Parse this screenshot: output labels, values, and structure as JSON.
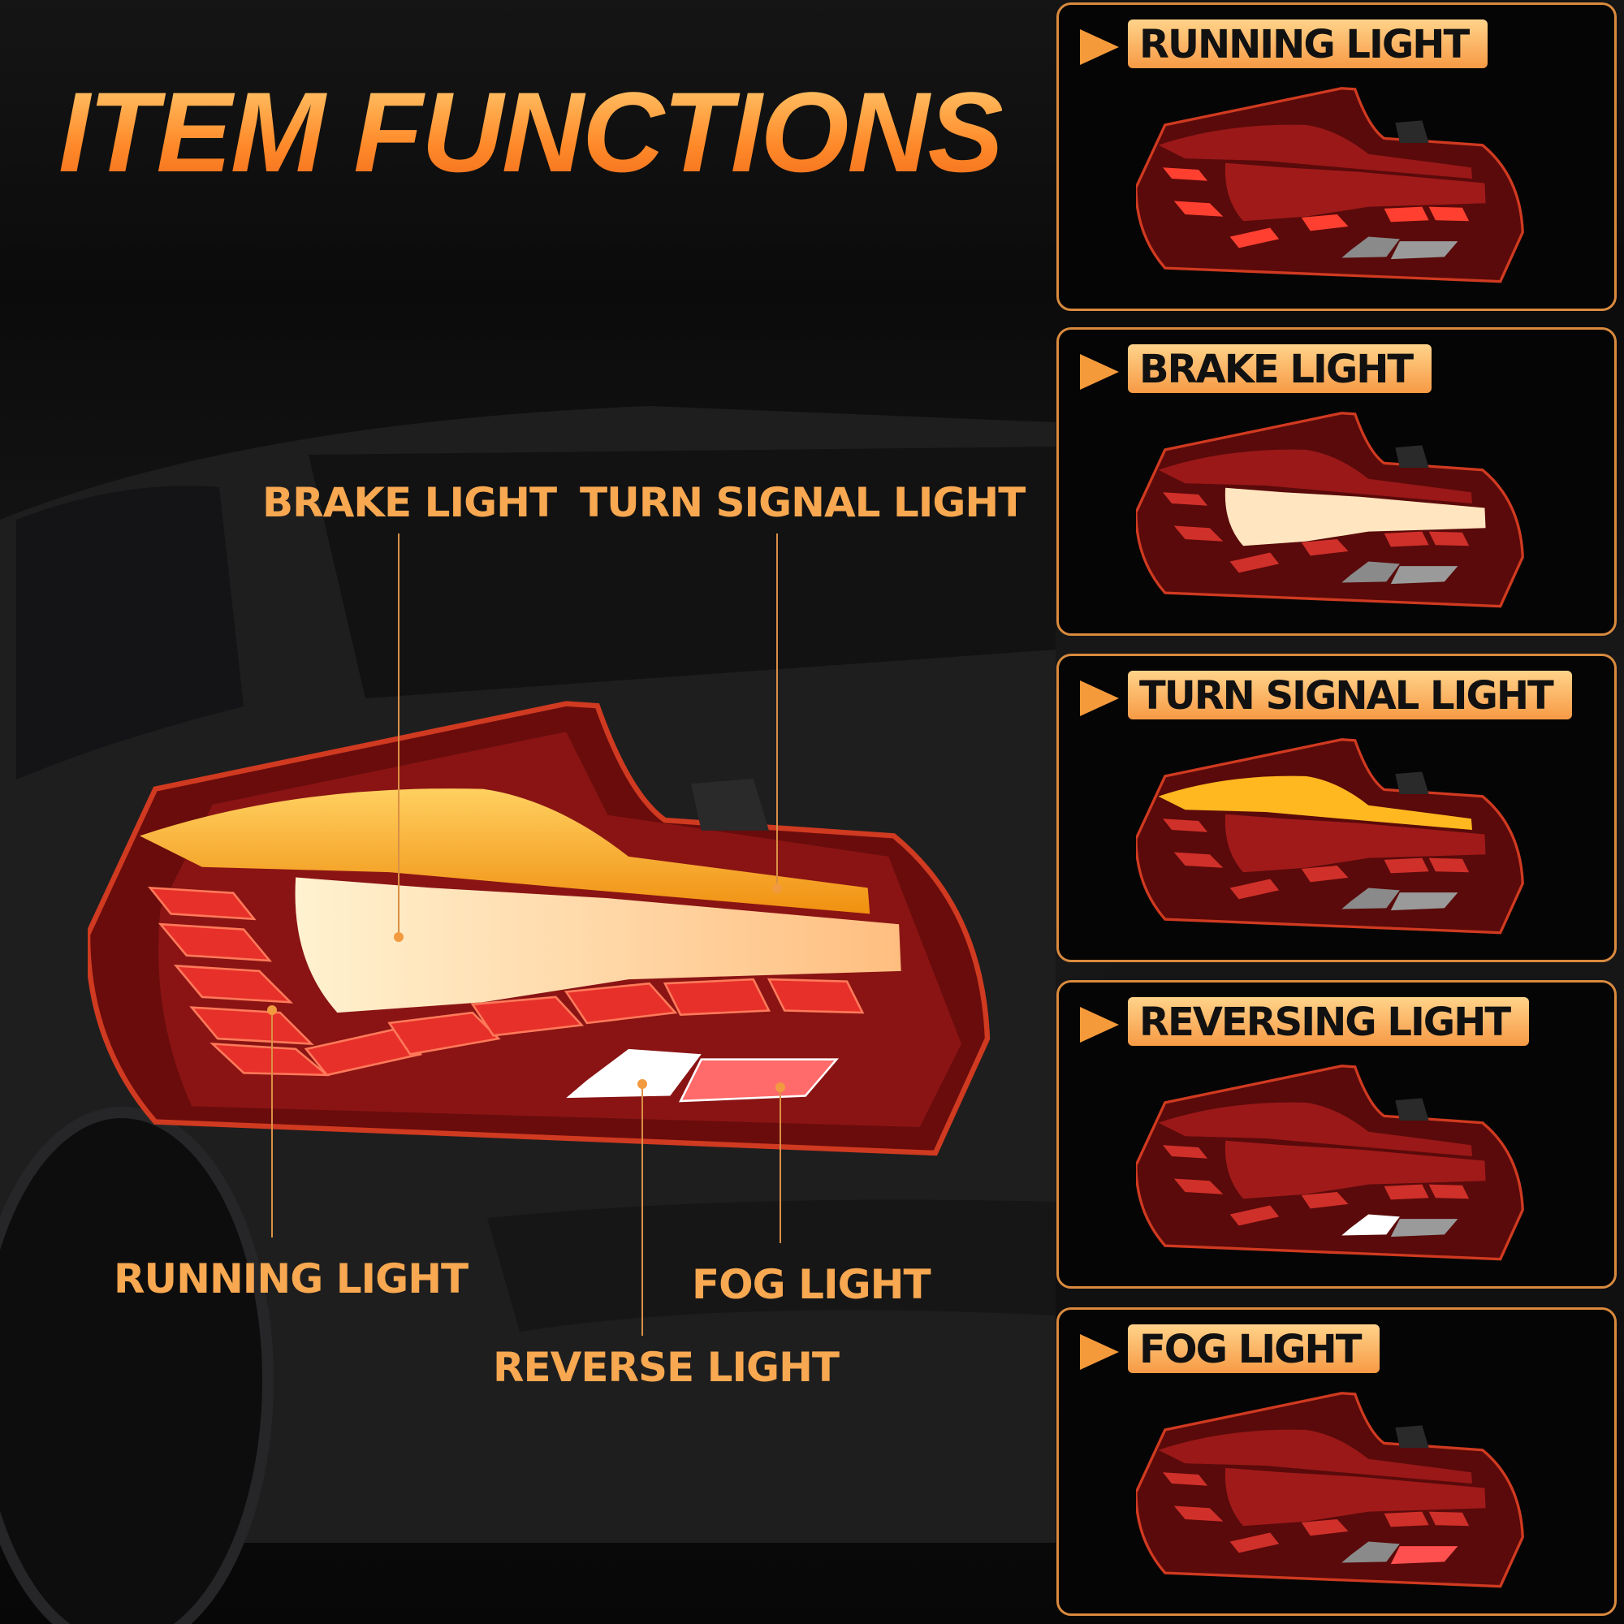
{
  "title": "ITEM FUNCTIONS",
  "callouts": {
    "brake": "BRAKE LIGHT",
    "turn": "TURN SIGNAL LIGHT",
    "running": "RUNNING LIGHT",
    "fog": "FOG LIGHT",
    "reverse": "REVERSE LIGHT"
  },
  "panels": [
    {
      "label": "RUNNING LIGHT",
      "active": "running"
    },
    {
      "label": "BRAKE LIGHT",
      "active": "brake"
    },
    {
      "label": "TURN SIGNAL LIGHT",
      "active": "turn"
    },
    {
      "label": "REVERSING LIGHT",
      "active": "reverse"
    },
    {
      "label": "FOG LIGHT",
      "active": "fog"
    }
  ],
  "colors": {
    "accent": "#f7a850",
    "panel_border": "#d98a3e",
    "tail_red": "#8a1010",
    "amber": "#ffb020"
  }
}
